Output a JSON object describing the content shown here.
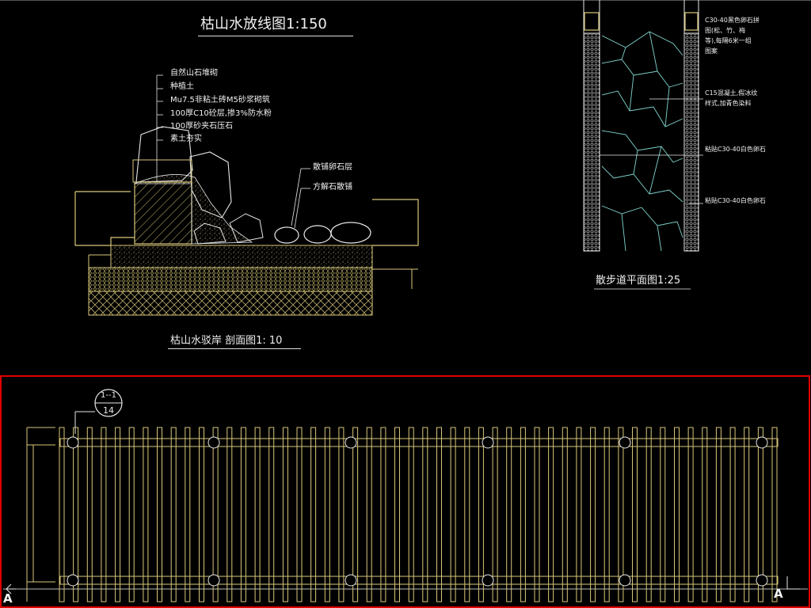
{
  "titles": {
    "layout_plan": "枯山水放线图1:150",
    "section": "枯山水驳岸 剖面图1: 10",
    "walkway_plan": "散步道平面图1:25"
  },
  "section_labels": [
    "自然山石堆砌",
    "种植土",
    "Mu7.5非粘土砖M5砂浆砌筑",
    "100厚C10砼层,掺3%防水粉",
    "100厚砂夹石压石",
    "素土夯实"
  ],
  "right_labels": [
    "散铺卵石层",
    "方解石散铺"
  ],
  "walkway_labels": {
    "top": [
      "C30-40黑色卵石拼",
      "图(松、竹、梅",
      "等),每隔6米一组",
      "图案"
    ],
    "mid": [
      "C15混凝土,假冰纹",
      "样式,加青色染料"
    ],
    "low1": "粘贴C30-40白色卵石",
    "low2": "粘贴C30-40白色卵石"
  },
  "detail_callout": {
    "top": "1--1",
    "bottom": "14"
  },
  "section_marks": {
    "left": "A",
    "right": "A"
  },
  "colors": {
    "line": "#d8c77a",
    "frame": "#e00000",
    "white": "#e8e8e8",
    "cyan": "#7fd6d0"
  }
}
